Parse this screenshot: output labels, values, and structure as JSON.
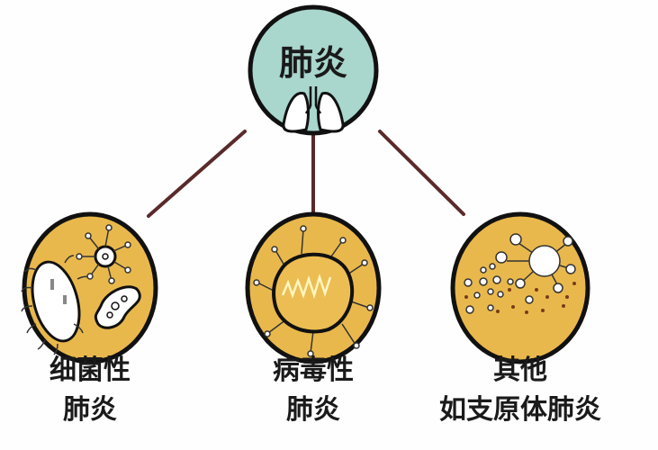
{
  "center": {
    "title": "肺炎",
    "icon": "lungs-icon"
  },
  "branches": [
    {
      "line1": "细菌性",
      "line2": "肺炎",
      "icon": "bacteria-icon"
    },
    {
      "line1": "病毒性",
      "line2": "肺炎",
      "icon": "virus-icon"
    },
    {
      "line1": "其他",
      "line2": "如支原体肺炎",
      "icon": "mycoplasma-icon"
    }
  ],
  "colors": {
    "center_fill": "#a9d6cd",
    "branch_fill": "#e9b84c",
    "line": "#5a2a2a",
    "outline": "#111111"
  }
}
